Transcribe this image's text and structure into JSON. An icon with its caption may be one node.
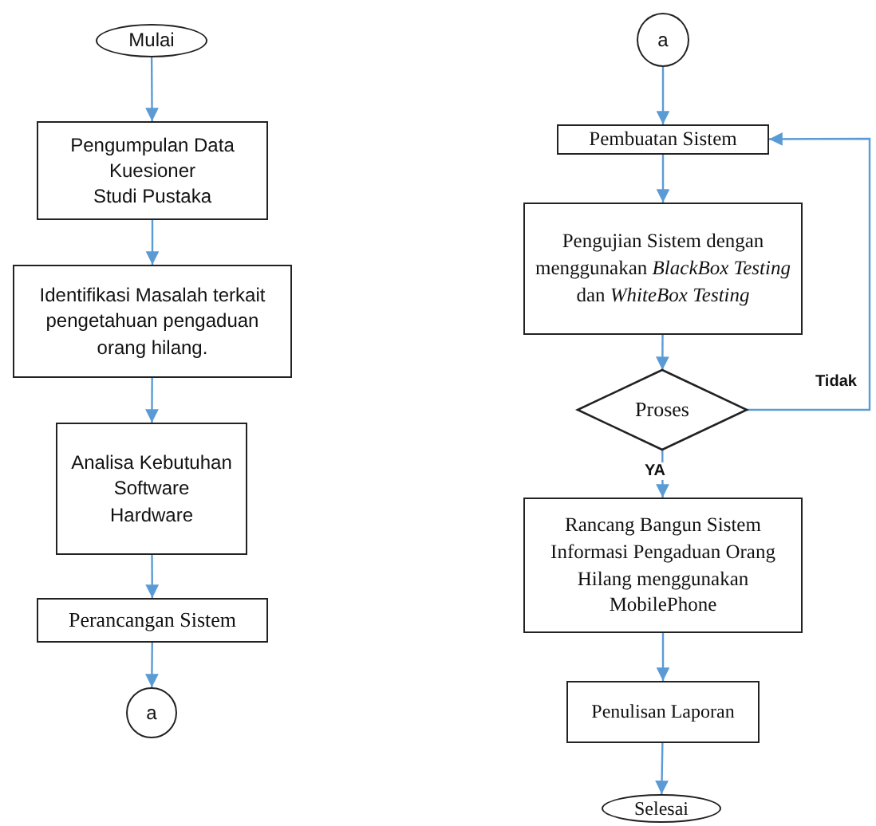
{
  "diagram": {
    "nodes": [
      {
        "text": [
          "Mulai"
        ]
      },
      {
        "text": [
          "Pengumpulan Data",
          "Kuesioner",
          "Studi Pustaka"
        ]
      },
      {
        "text": [
          "Identifikasi Masalah terkait pengetahuan pengaduan orang hilang."
        ]
      },
      {
        "text": [
          "Analisa Kebutuhan",
          "Software",
          "Hardware"
        ]
      },
      {
        "text": [
          "Perancangan Sistem"
        ]
      },
      {
        "text": [
          "a"
        ]
      },
      {
        "text": [
          "a"
        ]
      },
      {
        "text": [
          "Pembuatan Sistem"
        ]
      },
      {
        "text": [
          "Pengujian Sistem dengan menggunakan *BlackBox Testing* dan *WhiteBox Testing*"
        ]
      },
      {
        "text": [
          "Proses"
        ]
      },
      {
        "text": [
          "Rancang Bangun Sistem Informasi Pengaduan Orang Hilang menggunakan MobilePhone"
        ]
      },
      {
        "text": [
          "Penulisan Laporan"
        ]
      },
      {
        "text": [
          "Selesai"
        ]
      }
    ],
    "edges": [
      {
        "from": 0,
        "to": 1,
        "arrow": "to"
      },
      {
        "from": 1,
        "to": 2,
        "arrow": "to"
      },
      {
        "from": 2,
        "to": 3,
        "arrow": "to"
      },
      {
        "from": 3,
        "to": 4,
        "arrow": "to"
      },
      {
        "from": 4,
        "to": 5,
        "arrow": "to"
      },
      {
        "from": 6,
        "to": 7,
        "arrow": "to"
      },
      {
        "from": 7,
        "to": 8,
        "arrow": "to"
      },
      {
        "from": 8,
        "to": 9,
        "arrow": "to"
      },
      {
        "from": 9,
        "to": 10,
        "arrow": "to",
        "label": "YA"
      },
      {
        "from": 9,
        "to": 7,
        "arrow": "to",
        "label": "Tidak"
      },
      {
        "from": 10,
        "to": 11,
        "arrow": "to"
      },
      {
        "from": 11,
        "to": 12,
        "arrow": "to"
      }
    ]
  }
}
